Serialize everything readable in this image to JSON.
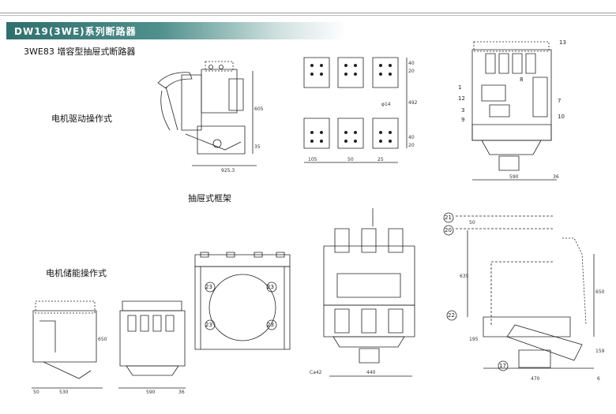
{
  "page": {
    "banner_title": "DW19(3WE)系列断路器",
    "subtitle": "3WE83 增容型抽屉式断路器",
    "label_motor_drive": "电机驱动操作式",
    "label_drawer_frame": "抽屉式框架",
    "label_motor_storage": "电机储能操作式"
  },
  "terminal_drawing": {
    "dims": [
      "105",
      "50",
      "25",
      "492",
      "φ14",
      "40",
      "20",
      "40",
      "20"
    ]
  },
  "breaker_drawing": {
    "callouts": [
      "13",
      "1",
      "8",
      "12",
      "7",
      "3",
      "9",
      "10"
    ],
    "dims": [
      "590",
      "36"
    ]
  },
  "side_drawing": {
    "callouts": [
      "21",
      "20",
      "22",
      "17"
    ],
    "dims": [
      "50",
      "635",
      "650",
      "195",
      "159",
      "470",
      "6"
    ]
  },
  "frame_drawing": {
    "callouts": [
      "23",
      "23",
      "23",
      "23"
    ],
    "dims": [
      "440",
      "Ca42"
    ]
  },
  "storage_drawing": {
    "dims": [
      "50",
      "530",
      "650",
      "590",
      "36"
    ]
  }
}
